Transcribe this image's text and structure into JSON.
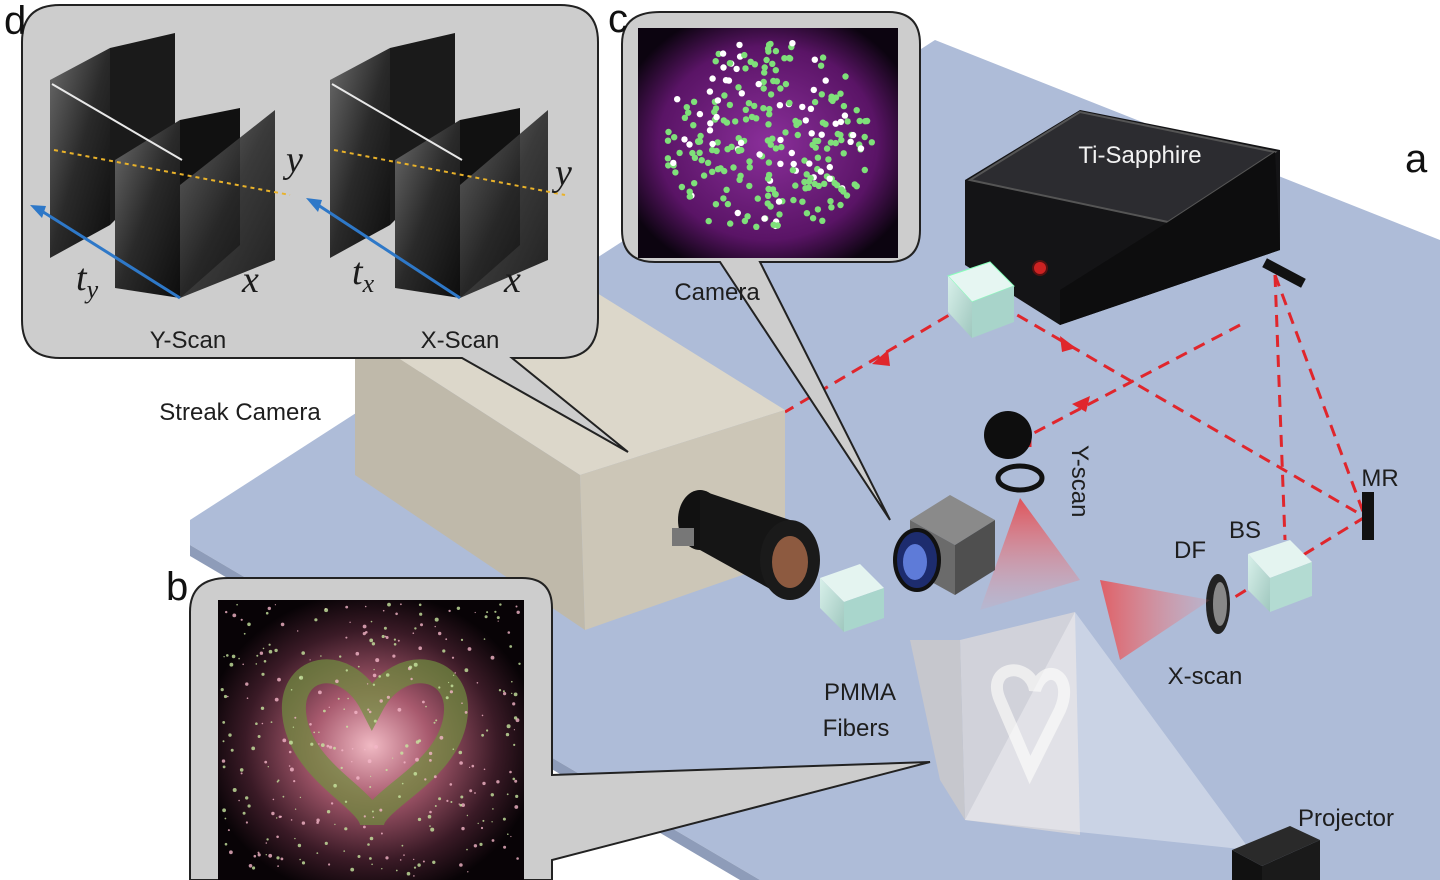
{
  "panel_letters": {
    "a": "a",
    "b": "b",
    "c": "c",
    "d": "d"
  },
  "labels": {
    "ti_sapphire": "Ti-Sapphire",
    "camera": "Camera",
    "streak_camera": "Streak Camera",
    "y_scan_vertical": "Y-scan",
    "mr": "MR",
    "bs": "BS",
    "df": "DF",
    "x_scan": "X-scan",
    "pmma_line1": "PMMA",
    "pmma_line2": "Fibers",
    "projector": "Projector"
  },
  "inset_d": {
    "left_caption": "Y-Scan",
    "right_caption": "X-Scan",
    "left_time": "t",
    "left_time_sub": "y",
    "right_time": "t",
    "right_time_sub": "x",
    "axis_x": "x",
    "axis_y": "y"
  },
  "colors": {
    "table": "#aebcd8",
    "beam": "#e0262c",
    "inset_bg": "#cdcdcd",
    "camera_box": "#cfcabc",
    "laser_box": "#1d1d1f",
    "axis_blue": "#2e78c8",
    "dotted": "#e9b22a"
  }
}
